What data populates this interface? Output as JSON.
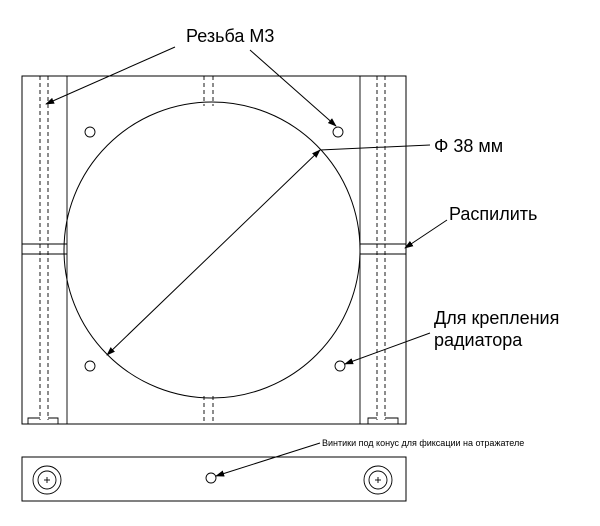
{
  "labels": {
    "thread": "Резьба М3",
    "diameter": "Φ 38 мм",
    "saw": "Распилить",
    "mount_line1": "Для крепления",
    "mount_line2": "радиатора",
    "screws": "Винтики под конус для фиксации на отражателе"
  }
}
